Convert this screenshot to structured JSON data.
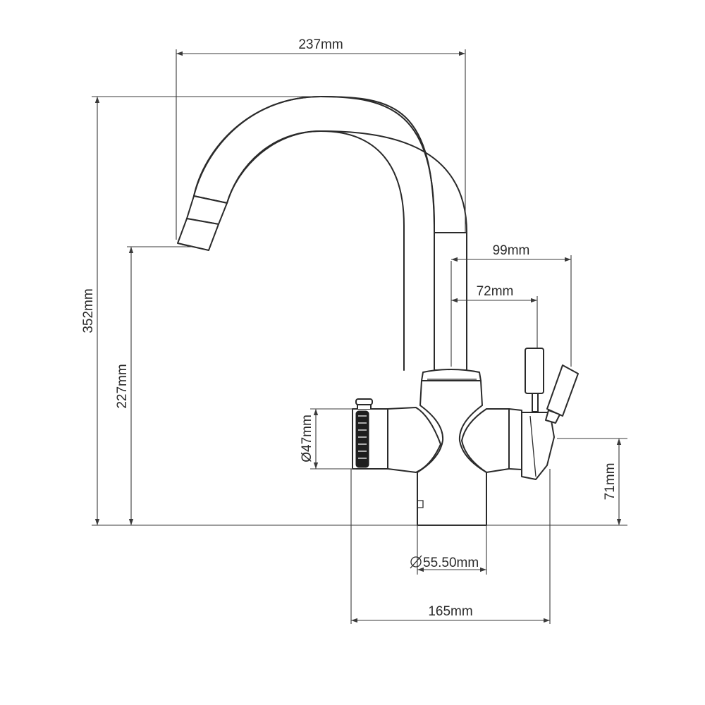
{
  "dimensions": {
    "spout_reach": "237mm",
    "lever_offset_outer": "99mm",
    "lever_offset_inner": "72mm",
    "total_height": "352mm",
    "spout_outlet_height": "227mm",
    "control_diameter": "Ø47mm",
    "lever_height": "71mm",
    "base_diameter": "55.50mm",
    "total_width": "165mm"
  },
  "colors": {
    "line": "#2a2a2a",
    "background": "#ffffff"
  }
}
